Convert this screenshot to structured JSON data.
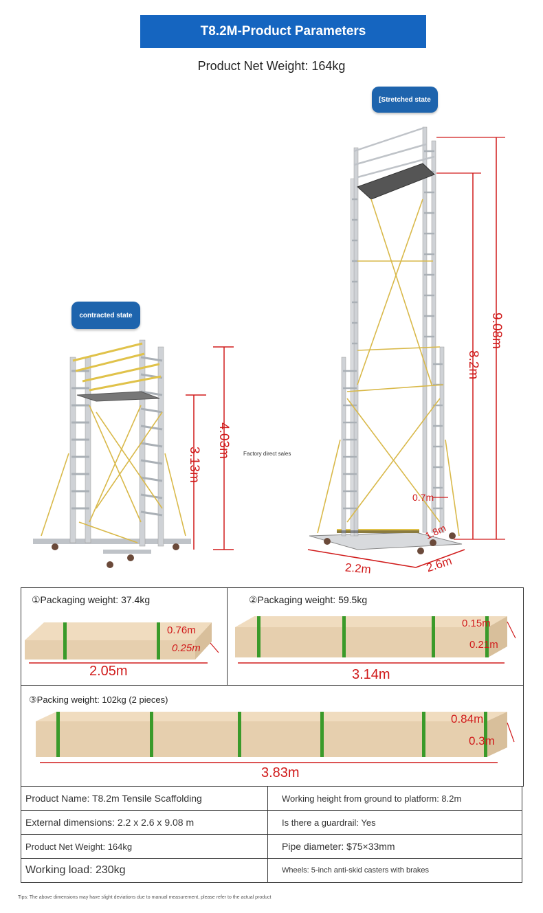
{
  "header": {
    "title": "T8.2M-Product Parameters",
    "net_weight": "Product Net Weight: 164kg"
  },
  "diagram": {
    "contracted": {
      "bubble": "contracted state",
      "height_total": "4.03m",
      "height_platform": "3.13m"
    },
    "stretched": {
      "bubble": "[Stretched state",
      "height_total": "9.08m",
      "height_platform": "8.2m",
      "dim_0_7": "0.7m",
      "dim_1_8": "1.8m",
      "width": "2.2m",
      "depth": "2.6m"
    },
    "factory_note": "Factory direct sales"
  },
  "packaging": [
    {
      "title": "①Packaging weight: 37.4kg",
      "length": "2.05m",
      "width": "0.76m",
      "height": "0.25m"
    },
    {
      "title": "②Packaging weight: 59.5kg",
      "length": "3.14m",
      "width": "0.15m",
      "height": "0.21m"
    },
    {
      "title": "③Packing weight: 102kg (2 pieces)",
      "length": "3.83m",
      "width": "0.84m",
      "height": "0.3m"
    }
  ],
  "specs": [
    [
      "Product Name: T8.2m Tensile Scaffolding",
      "Working height from ground to platform: 8.2m"
    ],
    [
      "External dimensions: 2.2 x 2.6 x 9.08 m",
      "Is there a guardrail: Yes"
    ],
    [
      "Product Net Weight: 164kg",
      "Pipe diameter: $75×33mm"
    ],
    [
      "Working load: 230kg",
      "Wheels: 5-inch anti-skid casters with brakes"
    ]
  ],
  "tips": "Tips: The above dimensions may have slight deviations due to manual measurement, please refer to the actual product",
  "colors": {
    "banner": "#1565c0",
    "dimension_red": "#d01a1a",
    "carton": "#e6cfae",
    "strap_green": "#3a9a2a",
    "rail_yellow": "#e0c24a",
    "aluminum": "#c9ccd0"
  }
}
